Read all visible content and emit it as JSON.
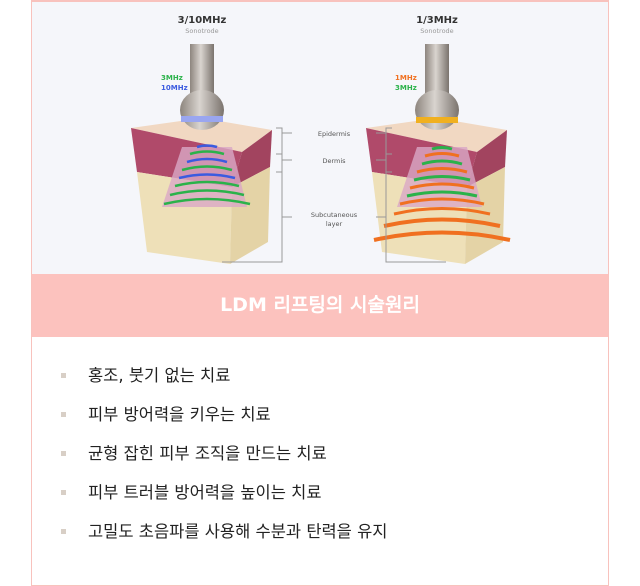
{
  "illustration": {
    "left_probe": {
      "title": "3/10MHz",
      "subtitle": "Sonotrode",
      "freq1": "3MHz",
      "freq2": "10MHz"
    },
    "right_probe": {
      "title": "1/3MHz",
      "subtitle": "Sonotrode",
      "freq1": "1MHz",
      "freq2": "3MHz"
    },
    "layers": {
      "epidermis": "Epidermis",
      "dermis": "Dermis",
      "subcutaneous_1": "Subcutaneous",
      "subcutaneous_2": "layer"
    },
    "colors": {
      "green": "#2bb24a",
      "blue": "#3b5be0",
      "orange": "#f07020"
    }
  },
  "banner": {
    "title": "LDM 리프팅의 시술원리"
  },
  "list": [
    "홍조, 붓기 없는 치료",
    "피부 방어력을 키우는 치료",
    "균형 잡힌 피부 조직을 만드는 치료",
    "피부 트러블 방어력을 높이는 치료",
    "고밀도 초음파를 사용해 수분과 탄력을 유지"
  ]
}
